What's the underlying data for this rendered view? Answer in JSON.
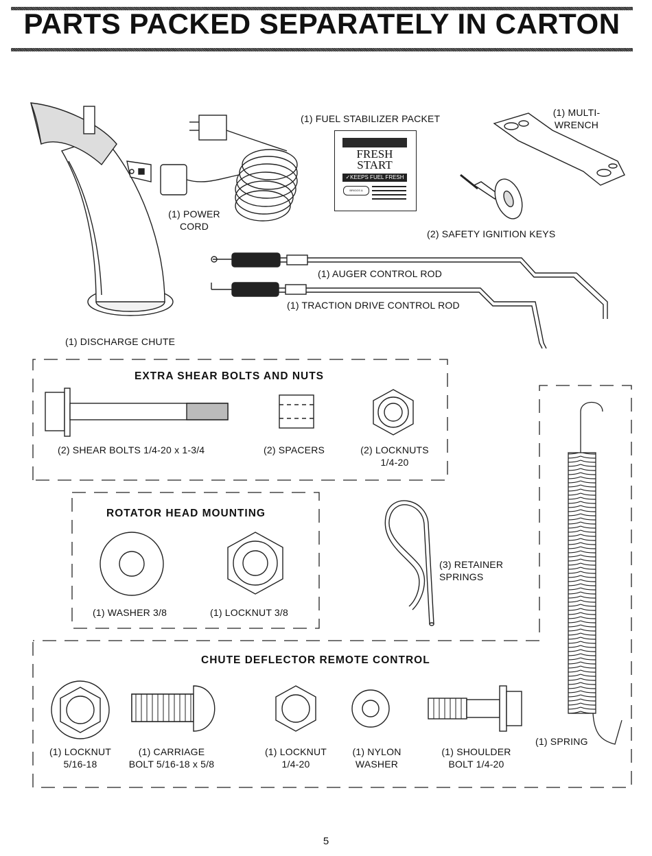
{
  "page": {
    "title": "PARTS PACKED SEPARATELY IN CARTON",
    "page_number": "5"
  },
  "parts": {
    "discharge_chute": "(1) DISCHARGE CHUTE",
    "power_cord_line1": "(1) POWER",
    "power_cord_line2": "CORD",
    "fuel_stabilizer": "(1) FUEL STABILIZER PACKET",
    "fuel_pack_line1": "FRESH",
    "fuel_pack_line2": "START",
    "fuel_pack_line3": "✓KEEPS FUEL FRESH",
    "fuel_pack_brand": "BRIGGS & STRATTON",
    "multi_wrench_line1": "(1) MULTI-",
    "multi_wrench_line2": "WRENCH",
    "ignition_keys": "(2) SAFETY IGNITION KEYS",
    "auger_rod": "(1) AUGER CONTROL ROD",
    "traction_rod": "(1) TRACTION DRIVE CONTROL ROD"
  },
  "shear_section": {
    "heading": "EXTRA SHEAR BOLTS AND NUTS",
    "shear_bolts": "(2) SHEAR BOLTS  1/4-20 x 1-3/4",
    "spacers": "(2) SPACERS",
    "locknuts_line1": "(2) LOCKNUTS",
    "locknuts_line2": "1/4-20"
  },
  "rotator_section": {
    "heading": "ROTATOR HEAD MOUNTING",
    "washer": "(1) WASHER  3/8",
    "locknut": "(1) LOCKNUT  3/8"
  },
  "retainer": {
    "line1": "(3) RETAINER",
    "line2": "SPRINGS"
  },
  "chute_section": {
    "heading": "CHUTE DEFLECTOR REMOTE CONTROL",
    "locknut_a_line1": "(1) LOCKNUT",
    "locknut_a_line2": "5/16-18",
    "carriage_line1": "(1) CARRIAGE",
    "carriage_line2": "BOLT  5/16-18 x 5/8",
    "locknut_b_line1": "(1) LOCKNUT",
    "locknut_b_line2": "1/4-20",
    "nylon_line1": "(1) NYLON",
    "nylon_line2": "WASHER",
    "shoulder_line1": "(1) SHOULDER",
    "shoulder_line2": "BOLT  1/4-20"
  },
  "spring": {
    "label": "(1) SPRING"
  },
  "icons": [
    "discharge-chute-icon",
    "power-cord-icon",
    "fuel-packet-icon",
    "multi-wrench-icon",
    "ignition-key-icon",
    "control-rod-icon",
    "shear-bolt-icon",
    "spacer-icon",
    "hex-locknut-icon",
    "washer-icon",
    "retainer-spring-icon",
    "carriage-bolt-icon",
    "shoulder-bolt-icon",
    "extension-spring-icon"
  ]
}
